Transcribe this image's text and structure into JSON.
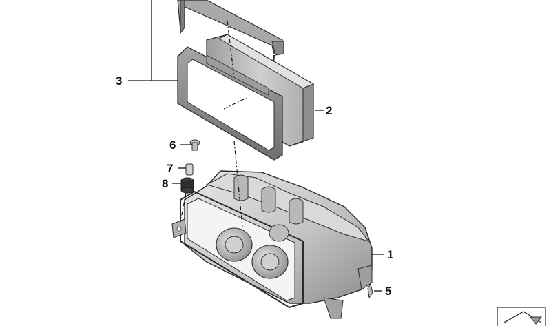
{
  "diagram": {
    "type": "exploded-parts-diagram",
    "parts": [
      {
        "number": "1",
        "name": "housing"
      },
      {
        "number": "2",
        "name": "filter-element"
      },
      {
        "number": "3",
        "name": "frame-and-cover"
      },
      {
        "number": "5",
        "name": "clip"
      },
      {
        "number": "6",
        "name": "bolt"
      },
      {
        "number": "7",
        "name": "sleeve"
      },
      {
        "number": "8",
        "name": "rubber-mount"
      }
    ]
  },
  "colors": {
    "outline": "#2b2b2b",
    "housing_fill": "#c9c9c9",
    "housing_shade": "#9a9a9a",
    "frame_fill": "#8c8c8c",
    "filter_fill": "#b5b5b5",
    "label_text": "#111111"
  },
  "icons": {
    "corner_symbol": "parts-catalog-symbol-icon"
  }
}
